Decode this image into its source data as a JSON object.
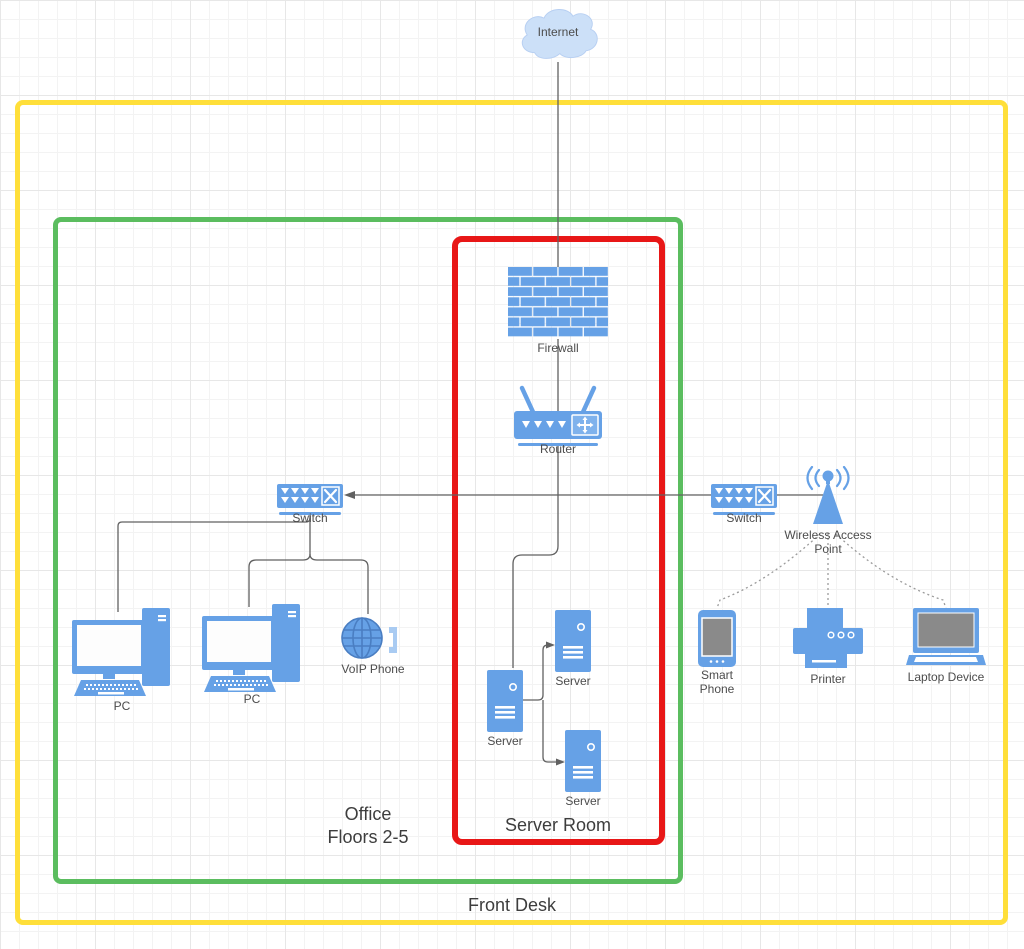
{
  "zones": {
    "front_desk": {
      "label": "Front Desk",
      "border_color": "#FFDF3A"
    },
    "office": {
      "label_line1": "Office",
      "label_line2": "Floors 2-5",
      "border_color": "#5BBD5F"
    },
    "server_room": {
      "label": "Server Room",
      "border_color": "#E81717"
    }
  },
  "nodes": {
    "internet": {
      "label": "Internet"
    },
    "firewall": {
      "label": "Firewall"
    },
    "router": {
      "label": "Router"
    },
    "switch_left": {
      "label": "Switch"
    },
    "switch_right": {
      "label": "Switch"
    },
    "wireless_access_point": {
      "label": "Wireless Access Point"
    },
    "pc_left": {
      "label": "PC"
    },
    "pc_right": {
      "label": "PC"
    },
    "voip_phone": {
      "label": "VoIP Phone"
    },
    "server_main": {
      "label": "Server"
    },
    "server_top": {
      "label": "Server"
    },
    "server_bottom": {
      "label": "Server"
    },
    "smart_phone": {
      "label": "Smart Phone"
    },
    "printer": {
      "label": "Printer"
    },
    "laptop": {
      "label": "Laptop Device"
    }
  },
  "colors": {
    "device_blue": "#66A1E6",
    "cloud_fill": "#CCE0F8",
    "zone_yellow": "#FFDF3A",
    "zone_green": "#5BBD5F",
    "zone_red": "#E81717",
    "connector_gray": "#616161",
    "wireless_dotted_gray": "#9B9B9B",
    "screen_gray": "#8A8A8A"
  }
}
